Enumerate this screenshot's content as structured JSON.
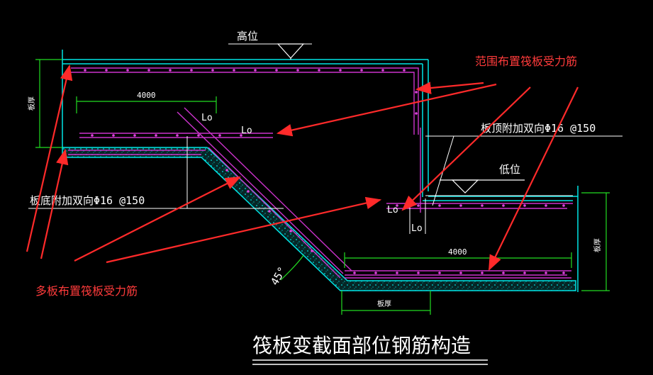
{
  "labels": {
    "high_level": "高位",
    "low_level": "低位",
    "range_rebar_note": "范围布置筏板受力筋",
    "multi_rebar_note": "多板布置筏板受力筋",
    "top_extra_bars": "板顶附加双向Φ16 @150",
    "bottom_extra_bars": "板底附加双向Φ16 @150",
    "dim_4000_top": "4000",
    "dim_4000_bottom": "4000",
    "lo_1": "Lo",
    "lo_2": "Lo",
    "lo_3": "Lo",
    "lo_4": "Lo",
    "angle": "45°",
    "thickness_left": "板厚",
    "thickness_right": "板厚",
    "thickness_bottom": "板厚",
    "title": "筏板变截面部位钢筋构造"
  },
  "colors": {
    "background": "#000000",
    "slab_outline": "#00e5e5",
    "rebar": "#cc33cc",
    "dimension": "#22dd22",
    "text": "#ffffff",
    "leader": "#ff2a2a"
  }
}
